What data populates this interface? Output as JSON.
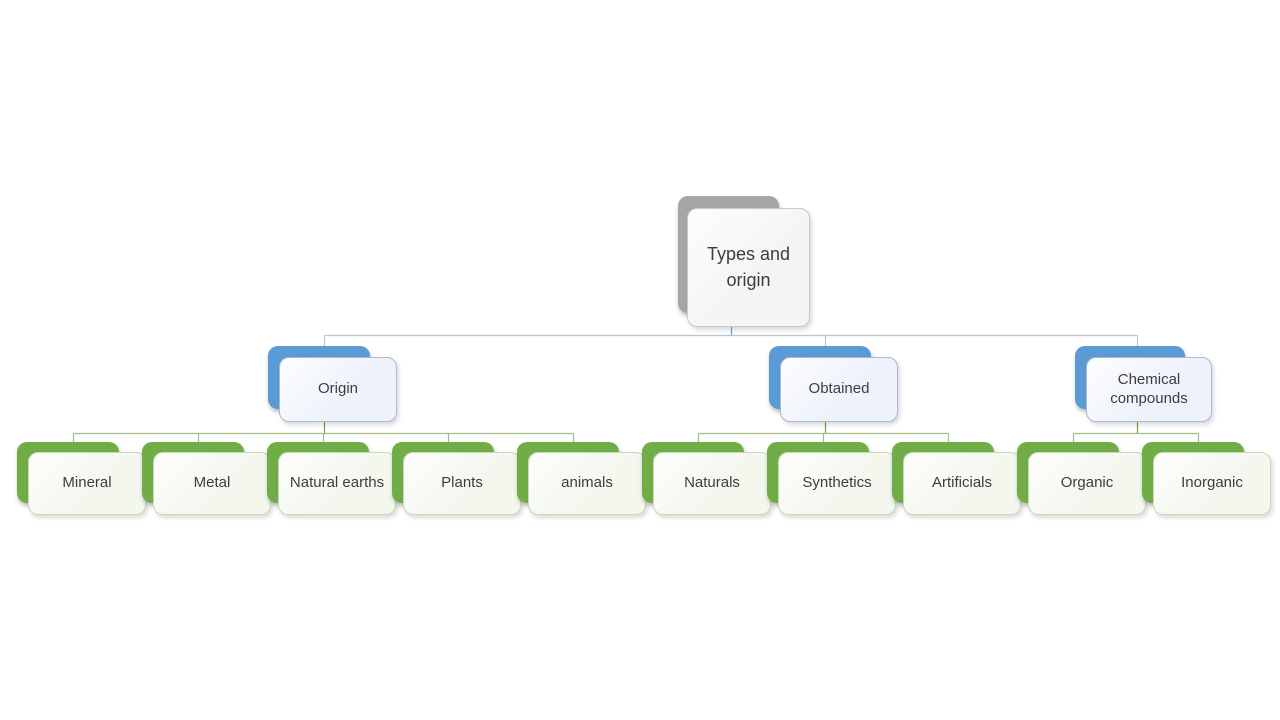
{
  "root": {
    "label": "Types and origin"
  },
  "branches": [
    {
      "label": "Origin",
      "children": [
        {
          "label": "Mineral"
        },
        {
          "label": "Metal"
        },
        {
          "label": "Natural earths"
        },
        {
          "label": "Plants"
        },
        {
          "label": "animals"
        }
      ]
    },
    {
      "label": "Obtained",
      "children": [
        {
          "label": "Naturals"
        },
        {
          "label": "Synthetics"
        },
        {
          "label": "Artificials"
        }
      ]
    },
    {
      "label": "Chemical compounds",
      "children": [
        {
          "label": "Organic"
        },
        {
          "label": "Inorganic"
        }
      ]
    }
  ],
  "colors": {
    "canvas-bg": "#ffffff",
    "text": "#3d3d3d",
    "root-shadow": "#a6a6a6",
    "root-face": "#f4f4f4",
    "root-border": "#c9c9c9",
    "blue-shadow": "#5b9bd5",
    "blue-face": "#eef2fb",
    "blue-border": "#a9b8d3",
    "green-shadow": "#70ad47",
    "green-face": "#f3f7ee",
    "green-border": "#c9dab4",
    "conn1": "#b1c9da",
    "conn1-stub": "#7d96a6",
    "conn2": "#a3bd85",
    "conn2-stub": "#6da244"
  }
}
